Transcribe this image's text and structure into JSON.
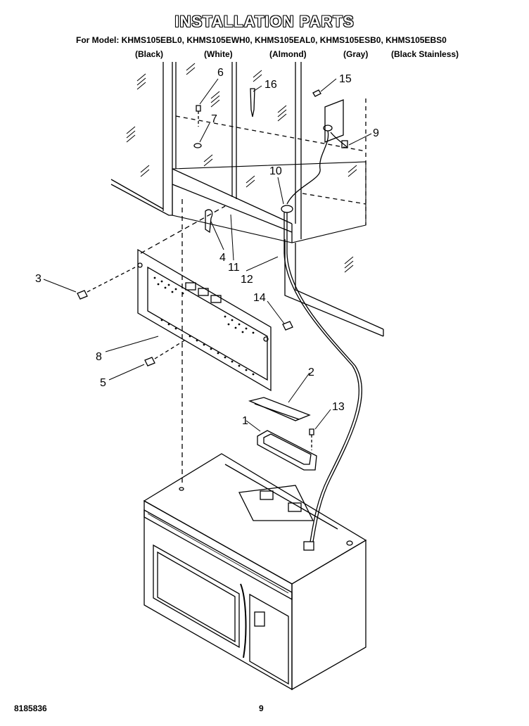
{
  "header": {
    "title": "INSTALLATION PARTS",
    "models_line": "For Model: KHMS105EBL0, KHMS105EWH0, KHMS105EAL0, KHMS105ESB0, KHMS105EBS0",
    "colors": [
      "(Black)",
      "(White)",
      "(Almond)",
      "(Gray)",
      "(Black Stainless)"
    ]
  },
  "callouts": [
    "1",
    "2",
    "3",
    "4",
    "5",
    "6",
    "7",
    "8",
    "9",
    "10",
    "11",
    "12",
    "13",
    "14",
    "15",
    "16"
  ],
  "footer": {
    "doc_number": "8185836",
    "page_number": "9"
  }
}
